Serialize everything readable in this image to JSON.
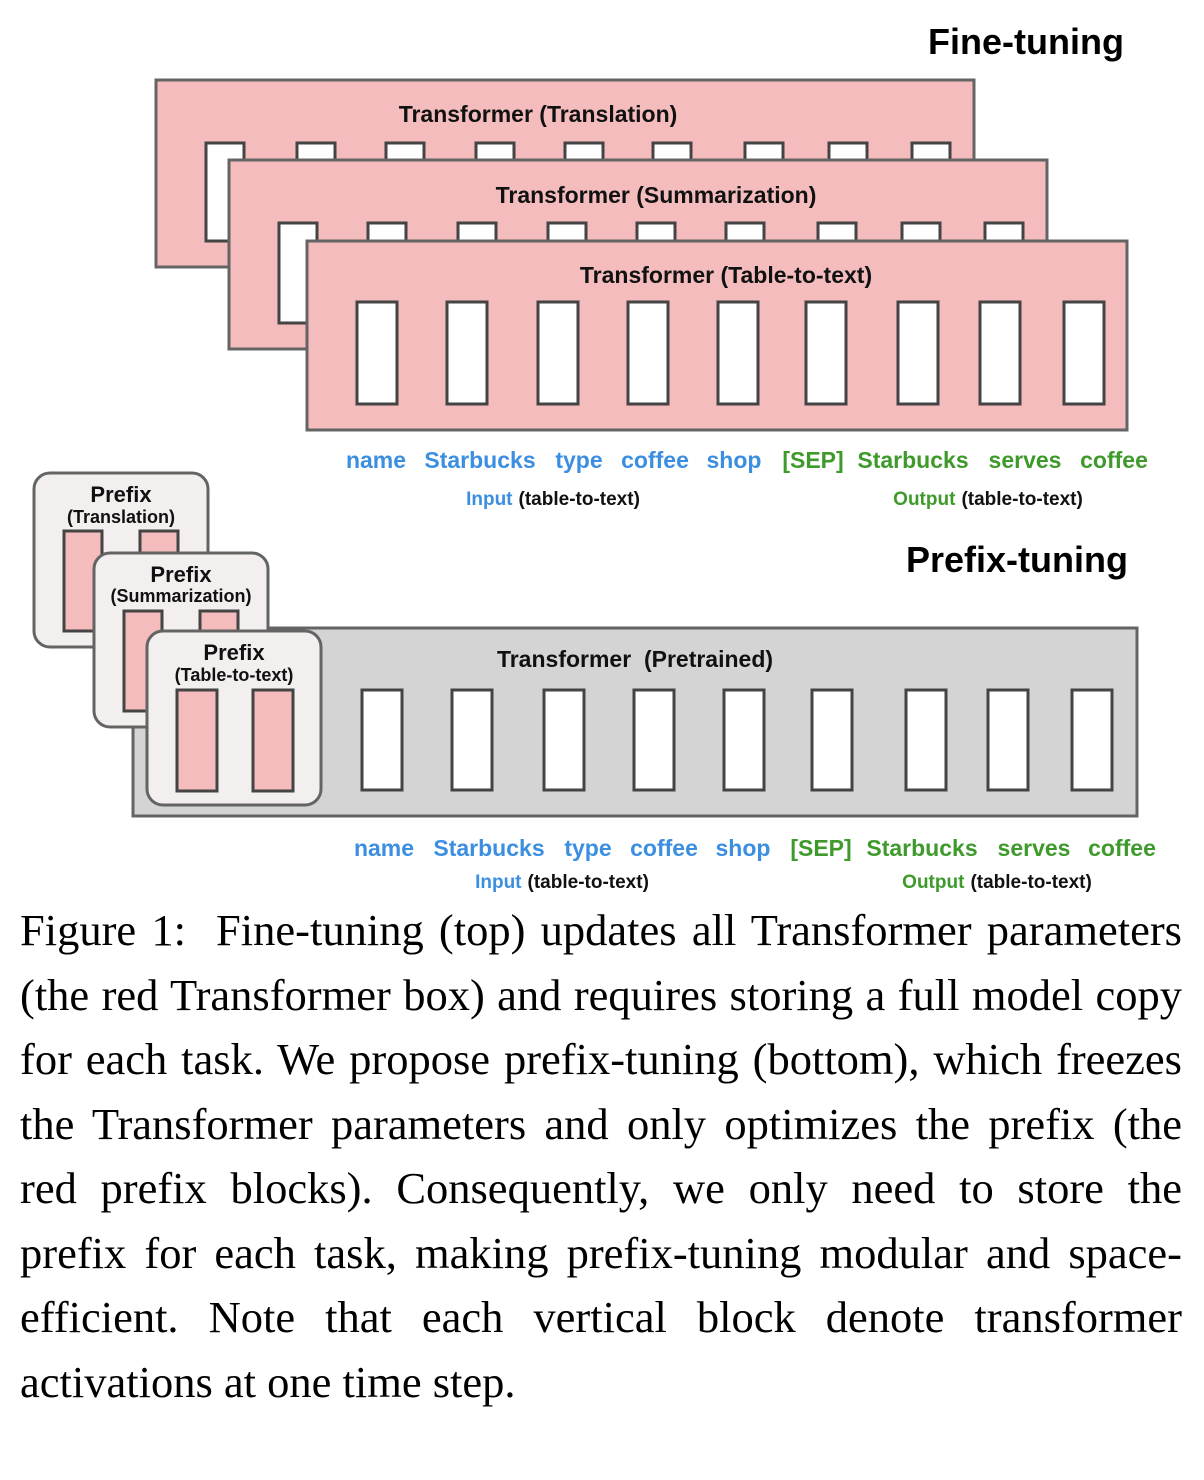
{
  "colors": {
    "tuned_fill": "#f4bcbc",
    "frozen_fill": "#d4d4d4",
    "prefix_card_fill": "#f2efee",
    "border": "#646464",
    "input_blue": "#3b8ee0",
    "output_green": "#3f9a2c"
  },
  "finetuning": {
    "title": "Fine-tuning",
    "transformers": [
      {
        "label": "Transformer (Translation)"
      },
      {
        "label": "Transformer (Summarization)"
      },
      {
        "label": "Transformer (Table-to-text)"
      }
    ],
    "input_tokens": [
      "name",
      "Starbucks",
      "type",
      "coffee",
      "shop"
    ],
    "output_tokens": [
      "[SEP]",
      "Starbucks",
      "serves",
      "coffee"
    ],
    "input_label": "Input",
    "input_note": "(table-to-text)",
    "output_label": "Output",
    "output_note": "(table-to-text)"
  },
  "prefixtuning": {
    "title": "Prefix-tuning",
    "prefixes": [
      {
        "title": "Prefix",
        "task": "(Translation)"
      },
      {
        "title": "Prefix",
        "task": "(Summarization)"
      },
      {
        "title": "Prefix",
        "task": "(Table-to-text)"
      }
    ],
    "transformer_label": "Transformer  (Pretrained)",
    "input_tokens": [
      "name",
      "Starbucks",
      "type",
      "coffee",
      "shop"
    ],
    "output_tokens": [
      "[SEP]",
      "Starbucks",
      "serves",
      "coffee"
    ],
    "input_label": "Input",
    "input_note": "(table-to-text)",
    "output_label": "Output",
    "output_note": "(table-to-text)"
  },
  "caption": {
    "label": "Figure 1:",
    "text": "Fine-tuning (top) updates all Transformer parameters (the red Transformer box) and requires storing a full model copy for each task.  We propose prefix-tuning (bottom), which freezes the Transformer parameters and only optimizes the prefix (the red prefix blocks).  Consequently, we only need to store the prefix for each task, making prefix-tuning modular and space-efficient.  Note that each vertical block denote transformer activations at one time step."
  }
}
